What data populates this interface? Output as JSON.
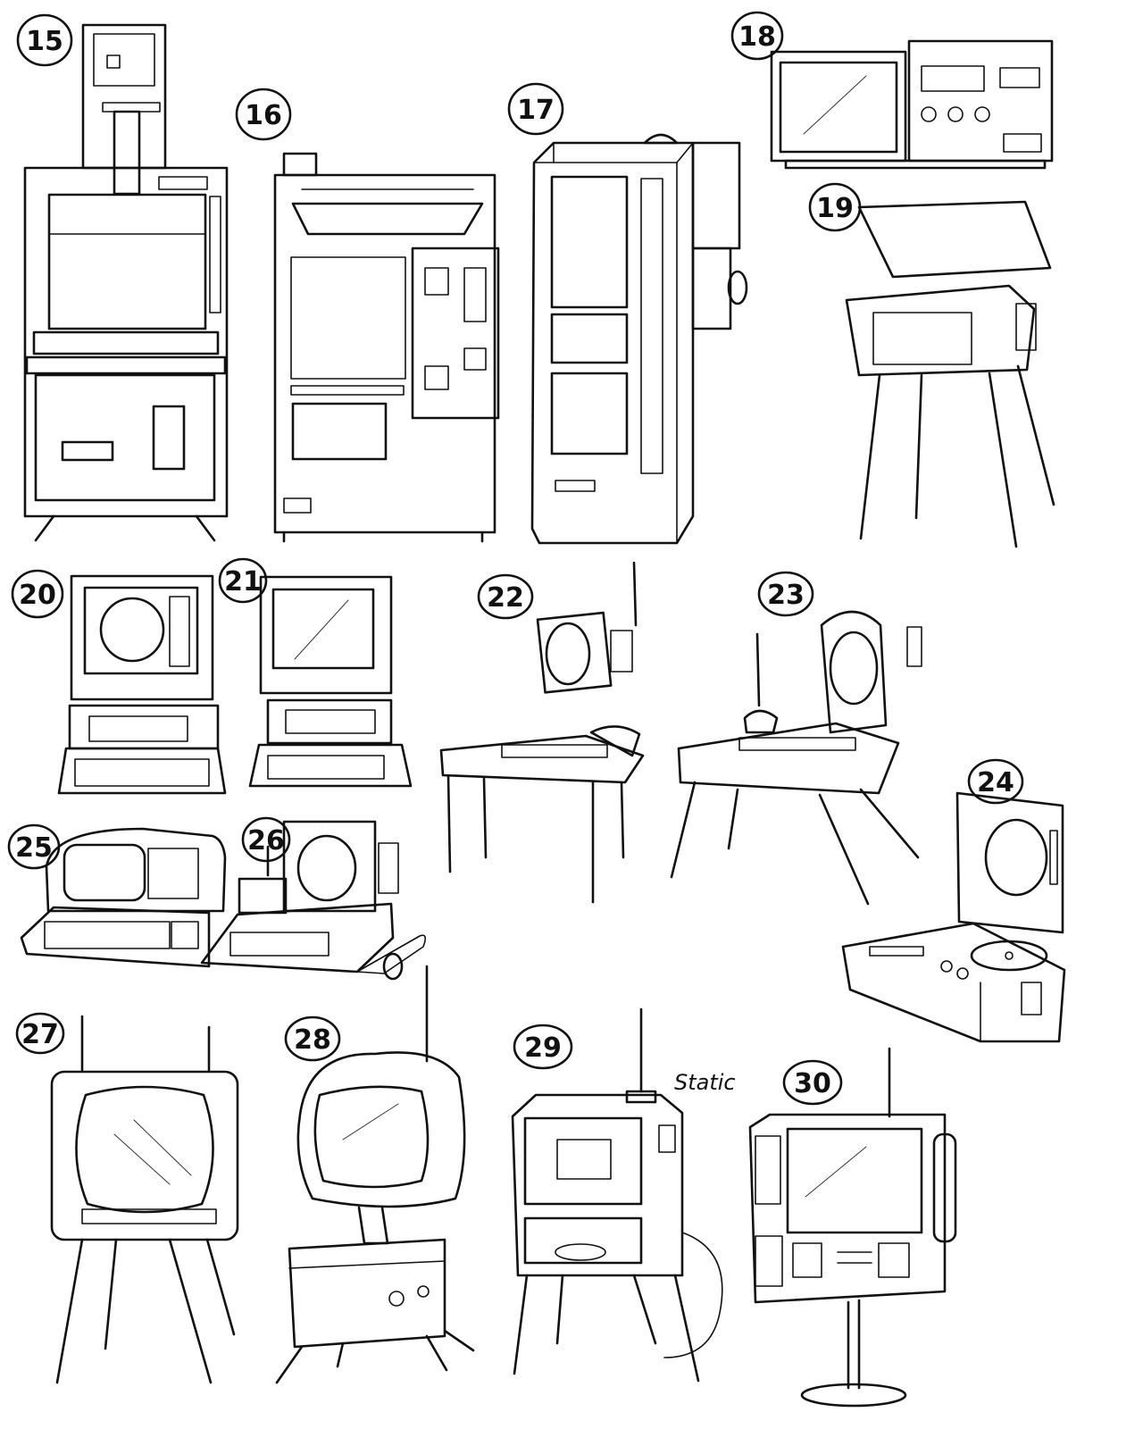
{
  "sketches": [
    {
      "id": "15",
      "label": "15",
      "kind": "arcade-cabinet-icon"
    },
    {
      "id": "16",
      "label": "16",
      "kind": "vending-machine-icon"
    },
    {
      "id": "17",
      "label": "17",
      "kind": "tall-cabinet-icon"
    },
    {
      "id": "18",
      "label": "18",
      "kind": "tv-stereo-icon"
    },
    {
      "id": "19",
      "label": "19",
      "kind": "record-console-icon"
    },
    {
      "id": "20",
      "label": "20",
      "kind": "desktop-computer-icon"
    },
    {
      "id": "21",
      "label": "21",
      "kind": "desktop-computer-icon"
    },
    {
      "id": "22",
      "label": "22",
      "kind": "retro-console-desk-icon"
    },
    {
      "id": "23",
      "label": "23",
      "kind": "retro-console-desk-icon"
    },
    {
      "id": "24",
      "label": "24",
      "kind": "portable-tv-turntable-icon"
    },
    {
      "id": "25",
      "label": "25",
      "kind": "retro-terminal-icon"
    },
    {
      "id": "26",
      "label": "26",
      "kind": "retro-workstation-icon"
    },
    {
      "id": "27",
      "label": "27",
      "kind": "tv-on-legs-icon"
    },
    {
      "id": "28",
      "label": "28",
      "kind": "round-tv-on-stand-icon"
    },
    {
      "id": "29",
      "label": "29",
      "kind": "cabinet-tv-icon"
    },
    {
      "id": "30",
      "label": "30",
      "kind": "pedestal-tv-icon"
    }
  ],
  "annotations": {
    "static_note": "Static"
  },
  "colors": {
    "ink": "#111111",
    "paper": "#ffffff"
  }
}
